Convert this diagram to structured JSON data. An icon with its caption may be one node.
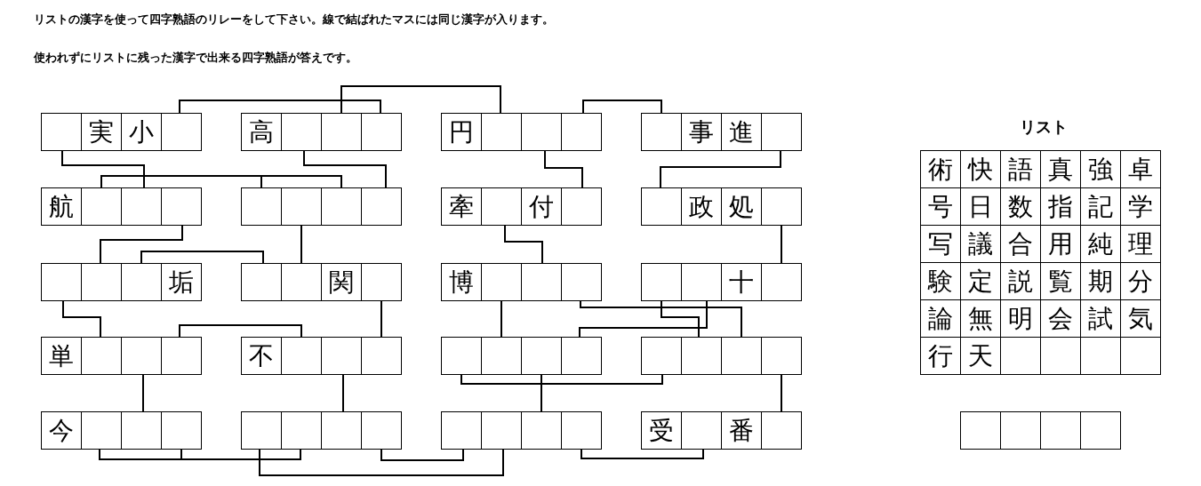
{
  "diagram": {
    "nodes": [
      {
        "text": [],
        "shape": "box"
      },
      {
        "text": [
          "実"
        ]
      },
      {
        "text": [
          "小"
        ]
      },
      {
        "text": [],
        "shape": "box"
      },
      {
        "text": [
          "高"
        ]
      },
      {
        "text": [],
        "shape": "box"
      },
      {
        "text": [],
        "shape": "box"
      },
      {
        "text": [],
        "shape": "box"
      },
      {
        "text": [
          "円"
        ]
      },
      {
        "text": [],
        "shape": "box"
      },
      {
        "text": [],
        "shape": "box"
      },
      {
        "text": [],
        "shape": "box"
      },
      {
        "text": [],
        "shape": "box"
      },
      {
        "text": [
          "事"
        ]
      },
      {
        "text": [
          "進"
        ]
      },
      {
        "text": [],
        "shape": "box"
      },
      {
        "text": [
          "航"
        ]
      },
      {
        "text": [],
        "shape": "box"
      },
      {
        "text": [],
        "shape": "box"
      },
      {
        "text": [],
        "shape": "box"
      },
      {
        "text": [],
        "shape": "box"
      },
      {
        "text": [],
        "shape": "box"
      },
      {
        "text": [],
        "shape": "box"
      },
      {
        "text": [],
        "shape": "box"
      },
      {
        "text": [
          "牽"
        ]
      },
      {
        "text": [],
        "shape": "box"
      },
      {
        "text": [
          "付"
        ]
      },
      {
        "text": [],
        "shape": "box"
      },
      {
        "text": [],
        "shape": "box"
      },
      {
        "text": [
          "政"
        ]
      },
      {
        "text": [
          "処"
        ]
      },
      {
        "text": [],
        "shape": "box"
      },
      {
        "text": [],
        "shape": "box"
      },
      {
        "text": [],
        "shape": "box"
      },
      {
        "text": [],
        "shape": "box"
      },
      {
        "text": [
          "垢"
        ]
      },
      {
        "text": [],
        "shape": "box"
      },
      {
        "text": [],
        "shape": "box"
      },
      {
        "text": [
          "関"
        ]
      },
      {
        "text": [],
        "shape": "box"
      },
      {
        "text": [
          "博"
        ]
      },
      {
        "text": [],
        "shape": "box"
      },
      {
        "text": [],
        "shape": "box"
      },
      {
        "text": [],
        "shape": "box"
      },
      {
        "text": [],
        "shape": "box"
      },
      {
        "text": [],
        "shape": "box"
      },
      {
        "text": [
          "十"
        ]
      },
      {
        "text": [],
        "shape": "box"
      },
      {
        "text": [
          "単"
        ]
      },
      {
        "text": [],
        "shape": "box"
      },
      {
        "text": [],
        "shape": "box"
      },
      {
        "text": [],
        "shape": "box"
      },
      {
        "text": [
          "不"
        ]
      },
      {
        "text": [],
        "shape": "box"
      },
      {
        "text": [],
        "shape": "box"
      },
      {
        "text": [],
        "shape": "box"
      },
      {
        "text": [],
        "shape": "box"
      },
      {
        "text": [],
        "shape": "box"
      },
      {
        "text": [],
        "shape": "box"
      },
      {
        "text": [],
        "shape": "box"
      },
      {
        "text": [],
        "shape": "box"
      },
      {
        "text": [],
        "shape": "box"
      },
      {
        "text": [],
        "shape": "box"
      },
      {
        "text": [],
        "shape": "box"
      },
      {
        "text": [
          "今"
        ]
      },
      {
        "text": [],
        "shape": "box"
      },
      {
        "text": [],
        "shape": "box"
      },
      {
        "text": [],
        "shape": "box"
      },
      {
        "text": [],
        "shape": "box"
      },
      {
        "text": [],
        "shape": "box"
      },
      {
        "text": [],
        "shape": "box"
      },
      {
        "text": [],
        "shape": "box"
      },
      {
        "text": [],
        "shape": "box"
      },
      {
        "text": [],
        "shape": "box"
      },
      {
        "text": [],
        "shape": "box"
      },
      {
        "text": [],
        "shape": "box"
      },
      {
        "text": [
          "受"
        ]
      },
      {
        "text": [],
        "shape": "box"
      },
      {
        "text": [
          "番"
        ]
      },
      {
        "text": [],
        "shape": "box"
      },
      {
        "text": [],
        "shape": "box"
      },
      {
        "text": [],
        "shape": "box"
      },
      {
        "text": [],
        "shape": "box"
      },
      {
        "text": [],
        "shape": "box"
      }
    ],
    "edges": [
      {
        "from": 3,
        "to": 7,
        "arrow": "none"
      },
      {
        "from": 6,
        "to": 9,
        "arrow": "none"
      },
      {
        "from": 0,
        "to": 18,
        "arrow": "none"
      },
      {
        "from": 17,
        "to": 20,
        "arrow": "none"
      },
      {
        "from": 20,
        "to": 22,
        "arrow": "none"
      },
      {
        "from": 5,
        "to": 23,
        "arrow": "none"
      },
      {
        "from": 11,
        "to": 12,
        "arrow": "none"
      },
      {
        "from": 10,
        "to": 27,
        "arrow": "none"
      },
      {
        "from": 15,
        "to": 28,
        "arrow": "none"
      },
      {
        "from": 19,
        "to": 33,
        "arrow": "none"
      },
      {
        "from": 21,
        "to": 37,
        "arrow": "none"
      },
      {
        "from": 25,
        "to": 42,
        "arrow": "none"
      },
      {
        "from": 31,
        "to": 47,
        "arrow": "none"
      },
      {
        "from": 34,
        "to": 36,
        "arrow": "none"
      },
      {
        "from": 32,
        "to": 49,
        "arrow": "none"
      },
      {
        "from": 39,
        "to": 55,
        "arrow": "none"
      },
      {
        "from": 41,
        "to": 57,
        "arrow": "none"
      },
      {
        "from": 43,
        "to": 62,
        "arrow": "none"
      },
      {
        "from": 44,
        "to": 61,
        "arrow": "none"
      },
      {
        "from": 45,
        "to": 59,
        "arrow": "none"
      },
      {
        "from": 51,
        "to": 53,
        "arrow": "none"
      },
      {
        "from": 50,
        "to": 66,
        "arrow": "none"
      },
      {
        "from": 54,
        "to": 70,
        "arrow": "none"
      },
      {
        "from": 56,
        "to": 60,
        "arrow": "none"
      },
      {
        "from": 58,
        "to": 74,
        "arrow": "none"
      },
      {
        "from": 63,
        "to": 79,
        "arrow": "none"
      },
      {
        "from": 65,
        "to": 67,
        "arrow": "none"
      },
      {
        "from": 67,
        "to": 69,
        "arrow": "none"
      },
      {
        "from": 68,
        "to": 73,
        "arrow": "none"
      },
      {
        "from": 71,
        "to": 72,
        "arrow": "none"
      },
      {
        "from": 75,
        "to": 77,
        "arrow": "none"
      }
    ],
    "labels": [
      "リストの漢字を使って四字熟語のリレーをして下さい。線で結ばれたマスには同じ漢字が入ります。",
      "使われずにリストに残った漢字で出来る四字熟語が答えです。",
      "リスト",
      "術",
      "快",
      "語",
      "真",
      "強",
      "卓",
      "号",
      "日",
      "数",
      "指",
      "記",
      "学",
      "写",
      "議",
      "合",
      "用",
      "純",
      "理",
      "験",
      "定",
      "説",
      "覧",
      "期",
      "分",
      "論",
      "無",
      "明",
      "会",
      "試",
      "気",
      "行",
      "天"
    ]
  }
}
